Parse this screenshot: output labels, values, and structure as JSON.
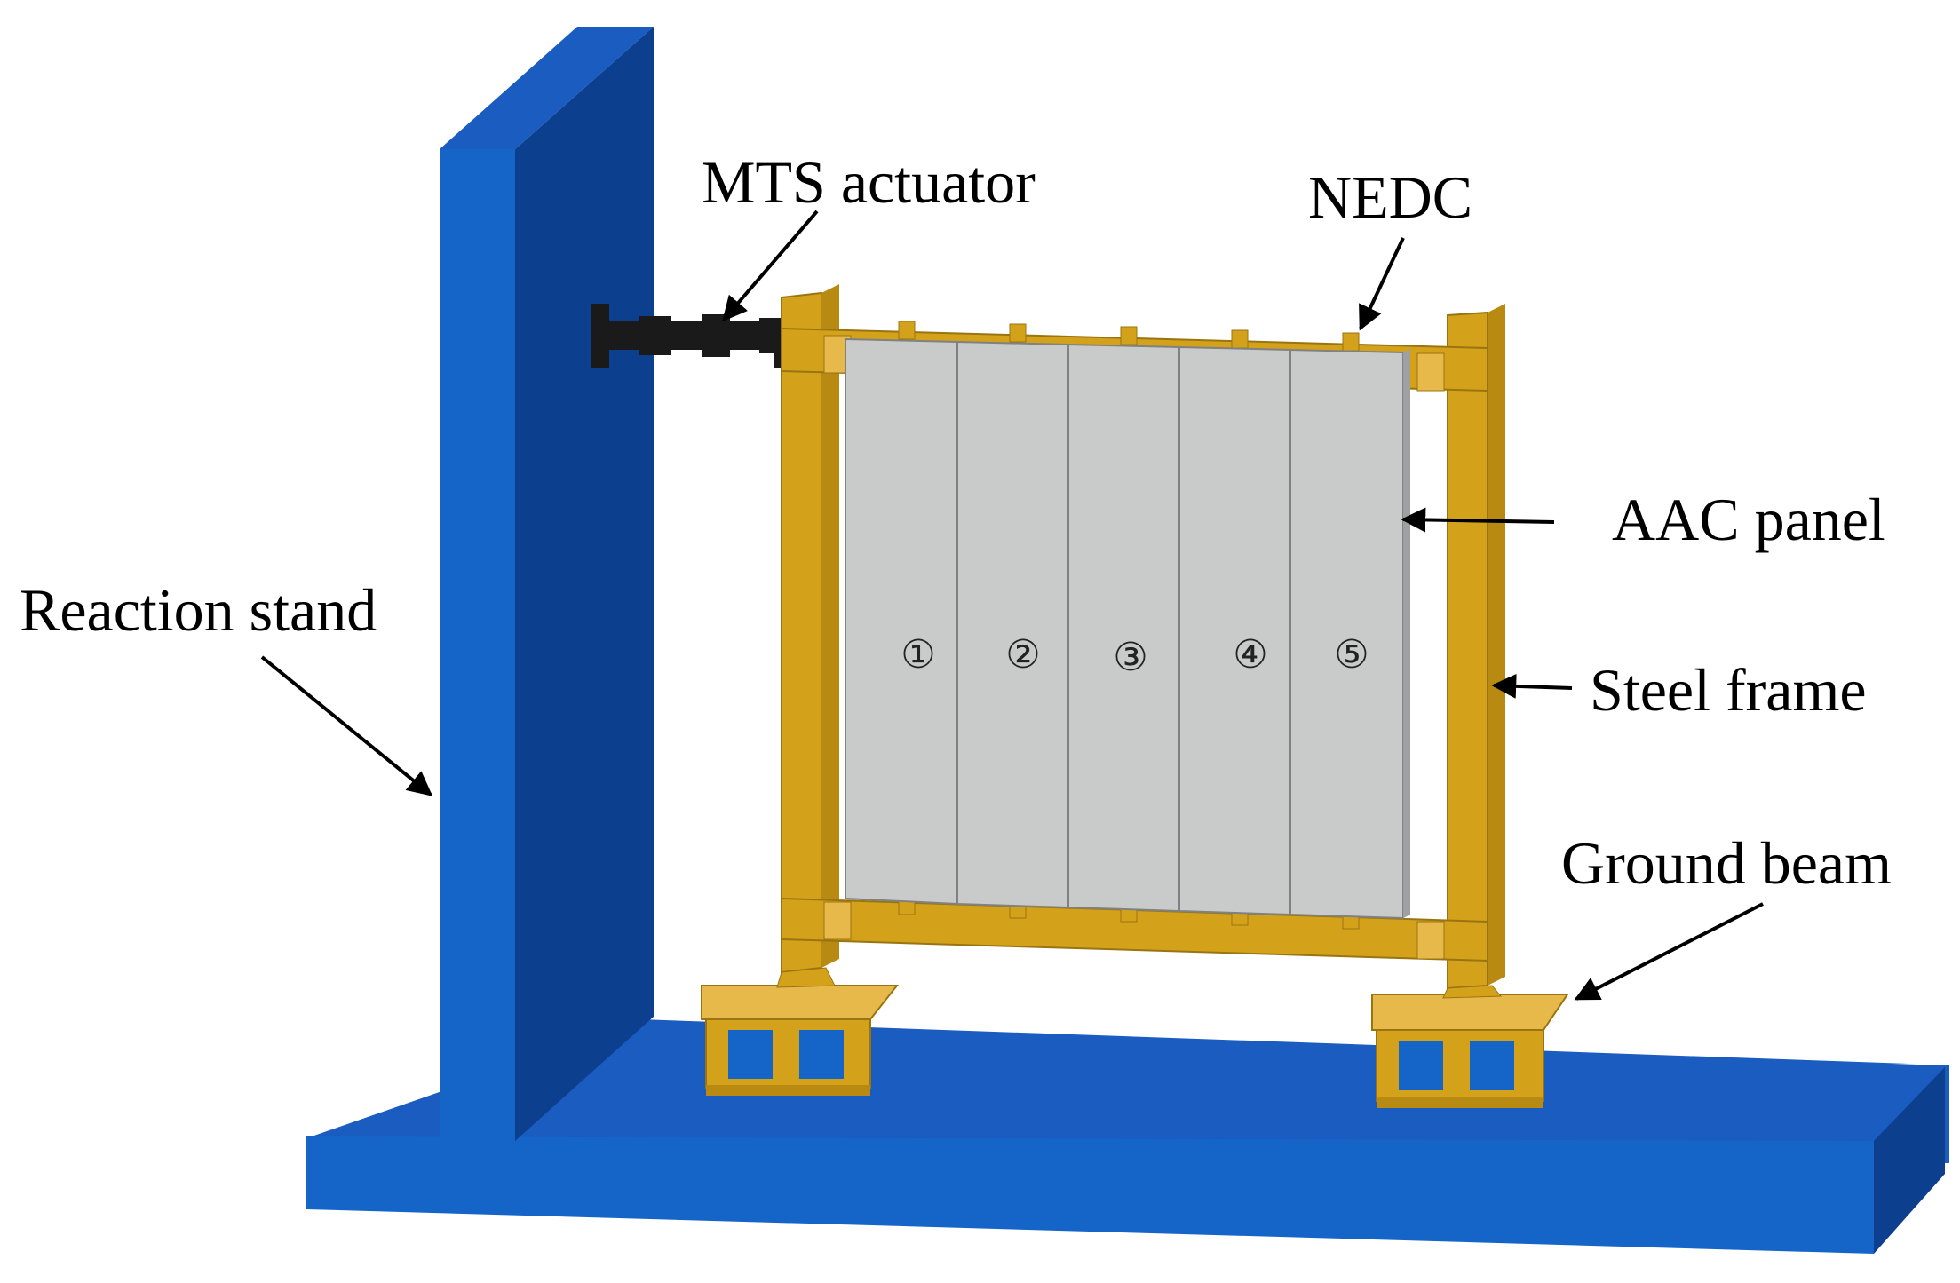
{
  "labels": {
    "mts_actuator": "MTS actuator",
    "nedc": "NEDC",
    "aac_panel": "AAC panel",
    "reaction_stand": "Reaction stand",
    "steel_frame": "Steel frame",
    "ground_beam": "Ground beam"
  },
  "panel_numbers": [
    "①",
    "②",
    "③",
    "④",
    "⑤"
  ],
  "colors": {
    "blue_front": "#1565c8",
    "blue_side": "#0d3f8f",
    "blue_top": "#1a5cc0",
    "steel": "#d4a21a",
    "steel_dark": "#9a7410",
    "panel": "#c9cbca",
    "actuator": "#1a1a1a"
  }
}
